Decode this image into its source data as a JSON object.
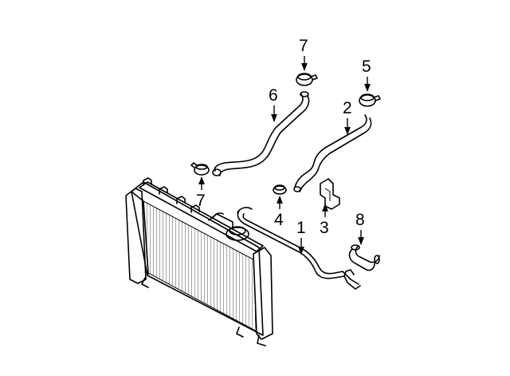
{
  "callouts": {
    "c1": "1",
    "c2": "2",
    "c3": "3",
    "c4": "4",
    "c5": "5",
    "c6": "6",
    "c7a": "7",
    "c7b": "7",
    "c8": "8"
  },
  "colors": {
    "line": "#000000",
    "background": "#ffffff"
  }
}
